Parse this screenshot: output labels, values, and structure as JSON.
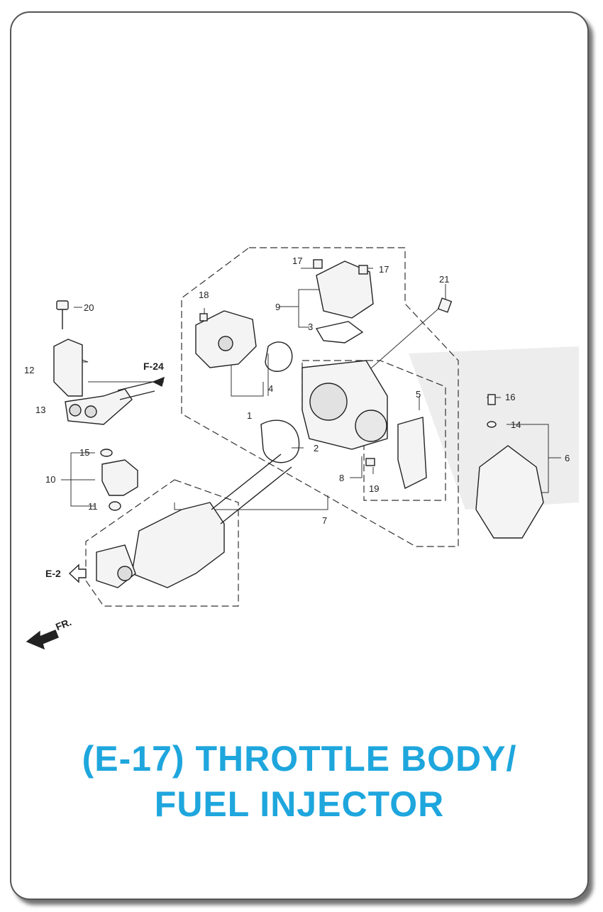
{
  "title": {
    "line1": "(E-17) THROTTLE BODY/",
    "line2": "FUEL INJECTOR"
  },
  "colors": {
    "title": "#1ea6dd",
    "line": "#333333"
  },
  "callouts": {
    "c1": "1",
    "c2": "2",
    "c3": "3",
    "c4": "4",
    "c5": "5",
    "c6": "6",
    "c7": "7",
    "c8": "8",
    "c9": "9",
    "c10": "10",
    "c11": "11",
    "c12": "12",
    "c13": "13",
    "c14": "14",
    "c15": "15",
    "c16": "16",
    "c17a": "17",
    "c17b": "17",
    "c18": "18",
    "c19": "19",
    "c20": "20",
    "c21": "21"
  },
  "refs": {
    "f24": "F-24",
    "e2": "E-2",
    "fr": "FR."
  }
}
